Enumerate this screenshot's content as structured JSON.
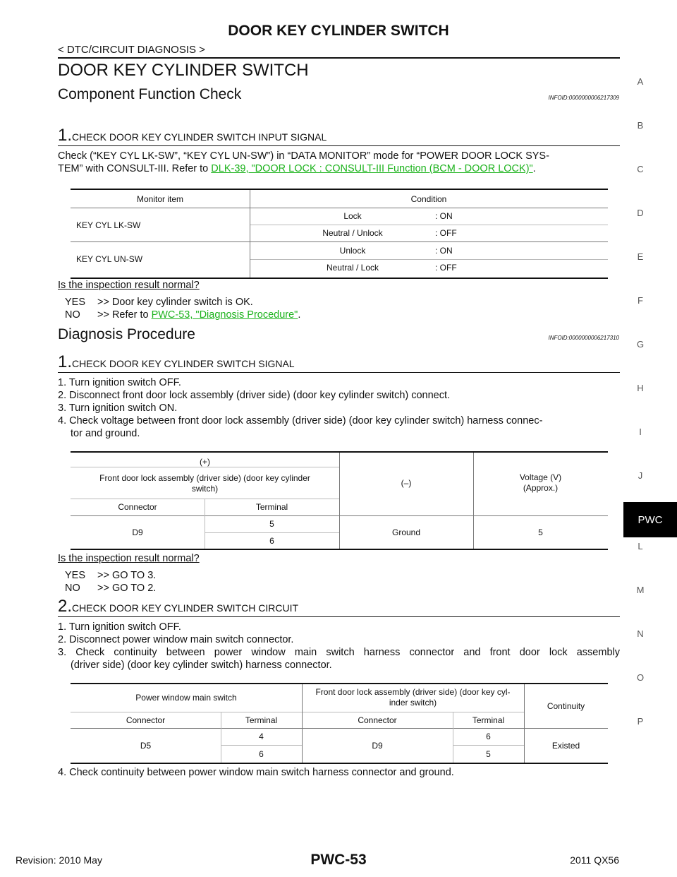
{
  "header": {
    "title": "DOOR KEY CYLINDER SWITCH",
    "breadcrumb": "< DTC/CIRCUIT DIAGNOSIS >"
  },
  "section_title": "DOOR KEY CYLINDER SWITCH",
  "cfc": {
    "heading": "Component Function Check",
    "infoid": "INFOID:0000000006217309",
    "step1_num": "1.",
    "step1_title": "CHECK DOOR KEY CYLINDER SWITCH INPUT SIGNAL",
    "step1_text_a": "Check (“KEY CYL LK-SW”, “KEY CYL UN-SW”) in “DATA MONITOR” mode for “POWER DOOR LOCK SYS-",
    "step1_text_b": "TEM” with CONSULT-III. Refer to ",
    "step1_link": "DLK-39, \"DOOR LOCK : CONSULT-III Function (BCM - DOOR LOCK)\"",
    "step1_end": ".",
    "table": {
      "h_monitor": "Monitor item",
      "h_condition": "Condition",
      "r1_item": "KEY CYL LK-SW",
      "r1a_cond": "Lock",
      "r1a_val": ": ON",
      "r1b_cond": "Neutral / Unlock",
      "r1b_val": ": OFF",
      "r2_item": "KEY CYL UN-SW",
      "r2a_cond": "Unlock",
      "r2a_val": ": ON",
      "r2b_cond": "Neutral / Lock",
      "r2b_val": ": OFF"
    },
    "question": "Is the inspection result normal?",
    "yes_key": "YES",
    "yes_text": ">> Door key cylinder switch is OK.",
    "no_key": "NO",
    "no_text": ">> Refer to ",
    "no_link": "PWC-53, \"Diagnosis Procedure\"",
    "no_end": "."
  },
  "dp": {
    "heading": "Diagnosis Procedure",
    "infoid": "INFOID:0000000006217310",
    "step1_num": "1.",
    "step1_title": "CHECK DOOR KEY CYLINDER SWITCH SIGNAL",
    "s1": "1. Turn ignition switch OFF.",
    "s2": "2. Disconnect front door lock assembly (driver side) (door key cylinder switch) connect.",
    "s3": "3. Turn ignition switch ON.",
    "s4a": "4. Check voltage between front door lock assembly (driver side) (door key cylinder switch) harness connec-",
    "s4b": "tor and ground.",
    "t2": {
      "plus": "(+)",
      "part_a": "Front door lock assembly (driver side) (door key cylinder",
      "part_b": "switch)",
      "connector": "Connector",
      "terminal": "Terminal",
      "minus": "(–)",
      "voltage_a": "Voltage (V)",
      "voltage_b": "(Approx.)",
      "conn_val": "D9",
      "term_a": "5",
      "term_b": "6",
      "ground": "Ground",
      "volt_val": "5"
    },
    "question": "Is the inspection result normal?",
    "yes_key": "YES",
    "yes_text": ">> GO TO 3.",
    "no_key": "NO",
    "no_text": ">> GO TO 2.",
    "step2_num": "2.",
    "step2_title": "CHECK DOOR KEY CYLINDER SWITCH CIRCUIT",
    "c1": "1. Turn ignition switch OFF.",
    "c2": "2. Disconnect power window main switch connector.",
    "c3a": "3. Check continuity between power window main switch harness connector and front door lock assembly",
    "c3b": "(driver side) (door key cylinder switch) harness connector.",
    "t3": {
      "pwms": "Power window main switch",
      "fdla_a": "Front door lock assembly (driver side) (door key cyl-",
      "fdla_b": "inder switch)",
      "continuity": "Continuity",
      "connector": "Connector",
      "terminal": "Terminal",
      "connector2": "Connector",
      "terminal2": "Terminal",
      "d5": "D5",
      "t_a": "4",
      "t_b": "6",
      "d9": "D9",
      "t2_a": "6",
      "t2_b": "5",
      "existed": "Existed"
    },
    "c4": "4. Check continuity between power window main switch harness connector and ground."
  },
  "sidebar": {
    "letters": [
      "A",
      "B",
      "C",
      "D",
      "E",
      "F",
      "G",
      "H",
      "I",
      "J",
      "L",
      "M",
      "N",
      "O",
      "P"
    ],
    "active": "PWC"
  },
  "footer": {
    "left": "Revision: 2010 May",
    "center": "PWC-53",
    "right": "2011 QX56"
  }
}
